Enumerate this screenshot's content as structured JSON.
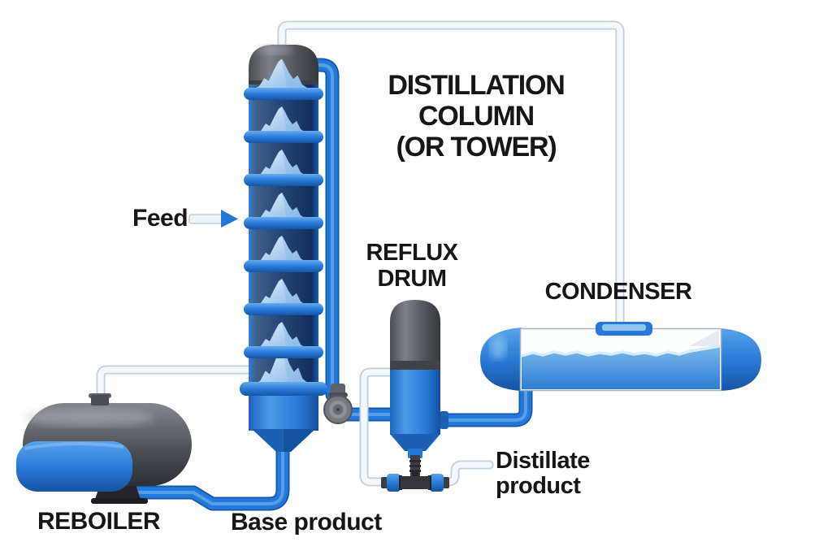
{
  "diagram": {
    "title_lines": [
      "DISTILLATION",
      "COLUMN",
      "(OR TOWER)"
    ],
    "labels": {
      "feed": "Feed",
      "reflux_drum_line1": "REFLUX",
      "reflux_drum_line2": "DRUM",
      "condenser": "CONDENSER",
      "reboiler": "REBOILER",
      "base_product": "Base product",
      "distillate_line1": "Distillate",
      "distillate_line2": "product"
    },
    "colors": {
      "pipe_blue": "#2478da",
      "pipe_blue_dark": "#1059a8",
      "pipe_blue_highlight": "#7ab8f2",
      "steel_gray": "#595c61",
      "column_interior_navy": "#1e3c6d",
      "tray_pile_blue": "#a8cdf0",
      "utility_pipe_white": "#f4f8fc",
      "condenser_liquid": "#4e9fe2",
      "label_text": "#161616",
      "background": "#ffffff"
    }
  }
}
